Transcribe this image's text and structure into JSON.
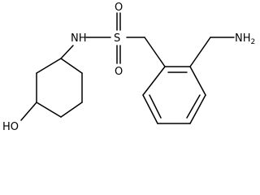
{
  "molecule": {
    "atoms": {
      "nh": "NH",
      "s": "S",
      "o_top": "O",
      "o_bottom": "O",
      "oh": "HO",
      "nh2": "NH",
      "nh2_subscript": "2"
    }
  }
}
